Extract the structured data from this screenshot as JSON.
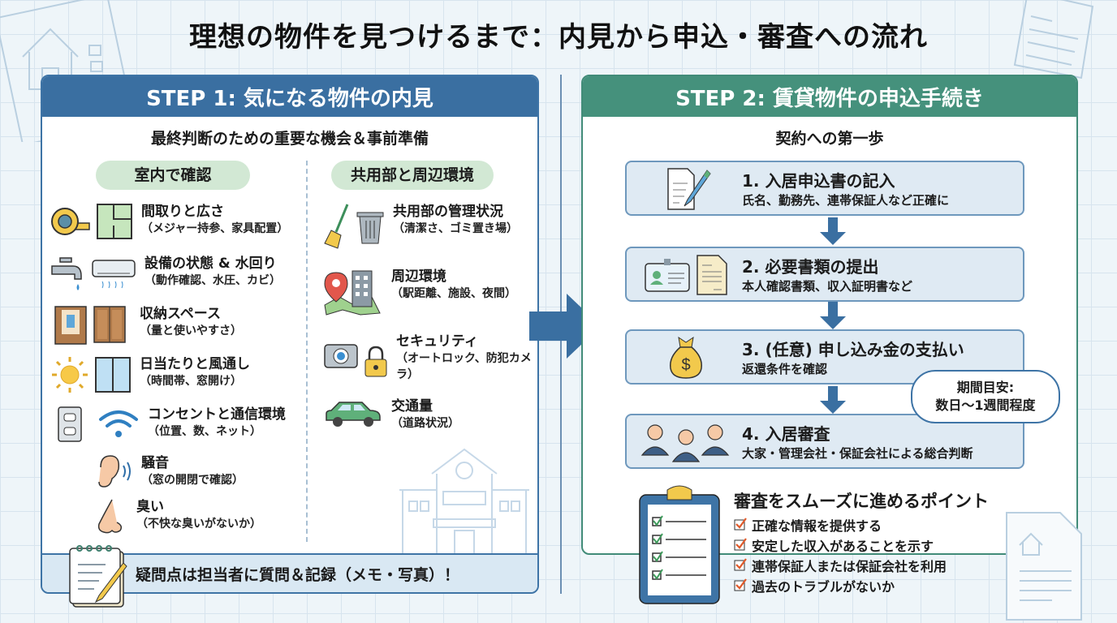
{
  "title": "理想の物件を見つけるまで：内見から申込・審査への流れ",
  "colors": {
    "step1": "#3a6fa1",
    "step2": "#45917c",
    "pill": "#d2e8d4",
    "check": "#e05a2b"
  },
  "step1": {
    "header": "STEP 1: 気になる物件の内見",
    "subtitle": "最終判断のための重要な機会＆事前準備",
    "indoor": {
      "label": "室内で確認",
      "items": [
        {
          "icons": [
            "tape-measure-icon",
            "floor-plan-icon"
          ],
          "title": "間取りと広さ",
          "detail": "（メジャー持参、家具配置）"
        },
        {
          "icons": [
            "faucet-icon",
            "air-conditioner-icon"
          ],
          "title": "設備の状態 & 水回り",
          "detail": "（動作確認、水圧、カビ）"
        },
        {
          "icons": [
            "closet-open-icon",
            "closet-closed-icon"
          ],
          "title": "収納スペース",
          "detail": "（量と使いやすさ）"
        },
        {
          "icons": [
            "sun-icon",
            "window-icon"
          ],
          "title": "日当たりと風通し",
          "detail": "（時間帯、窓開け）"
        },
        {
          "icons": [
            "outlet-icon",
            "wifi-icon"
          ],
          "title": "コンセントと通信環境",
          "detail": "（位置、数、ネット）"
        },
        {
          "icons": [
            "ear-icon"
          ],
          "title": "騒音",
          "detail": "（窓の開閉で確認）"
        },
        {
          "icons": [
            "nose-icon"
          ],
          "title": "臭い",
          "detail": "（不快な臭いがないか）"
        }
      ]
    },
    "outdoor": {
      "label": "共用部と周辺環境",
      "items": [
        {
          "icons": [
            "broom-icon",
            "trash-can-icon"
          ],
          "title": "共用部の管理状況",
          "detail": "（清潔さ、ゴミ置き場）"
        },
        {
          "icons": [
            "map-pin-icon",
            "building-icon"
          ],
          "title": "周辺環境",
          "detail": "（駅距離、施設、夜間）"
        },
        {
          "icons": [
            "camera-icon",
            "padlock-icon"
          ],
          "title": "セキュリティ",
          "detail": "（オートロック、防犯カメラ）"
        },
        {
          "icons": [
            "car-icon"
          ],
          "title": "交通量",
          "detail": "（道路状況）"
        }
      ]
    },
    "memo": "疑問点は担当者に質問＆記録（メモ・写真）！"
  },
  "step2": {
    "header": "STEP 2: 賃貸物件の申込手続き",
    "subtitle": "契約への第一歩",
    "steps": [
      {
        "icons": [
          "document-pen-icon"
        ],
        "title": "1. 入居申込書の記入",
        "detail": "氏名、勤務先、連帯保証人など正確に"
      },
      {
        "icons": [
          "id-card-icon",
          "paper-document-icon"
        ],
        "title": "2. 必要書類の提出",
        "detail": "本人確認書類、収入証明書など"
      },
      {
        "icons": [
          "money-bag-icon"
        ],
        "title": "3. (任意) 申し込み金の支払い",
        "detail": "返還条件を確認"
      },
      {
        "icons": [
          "people-group-icon"
        ],
        "title": "4. 入居審査",
        "detail": "大家・管理会社・保証会社による総合判断"
      }
    ],
    "period_bubble": {
      "line1": "期間目安:",
      "line2": "数日〜1週間程度"
    },
    "points": {
      "title": "審査をスムーズに進めるポイント",
      "items": [
        "正確な情報を提供する",
        "安定した収入があることを示す",
        "連帯保証人または保証会社を利用",
        "過去のトラブルがないか"
      ]
    }
  }
}
